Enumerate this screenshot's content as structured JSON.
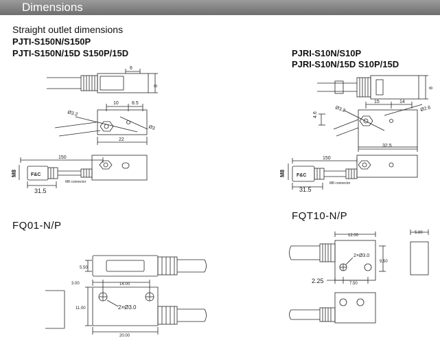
{
  "header": {
    "title": "Dimensions"
  },
  "left_top": {
    "heading": "Straight outlet dimensions",
    "model_line1": "PJTI-S150N/S150P",
    "model_line2": "PJTI-S150N/15D S150P/15D",
    "dims": {
      "d6": "6",
      "d8": "8",
      "d10": "10",
      "d85": "8.5",
      "dia32": "Ø3.2",
      "dia3": "Ø3",
      "d22": "22",
      "d150": "150",
      "m8": "M8",
      "brand": "F&C",
      "connector": "M8 connector",
      "d315": "31.5"
    }
  },
  "right_top": {
    "model_line1": "PJRI-S10N/S10P",
    "model_line2": "PJRI-S10N/15D S10P/15D",
    "dims": {
      "d8": "8",
      "d46": "4.6",
      "d15": "15",
      "d14": "14",
      "dia32": "Ø3.2",
      "dia26": "Ø2.6",
      "d325": "32.5",
      "d150": "150",
      "m8": "M8",
      "brand": "F&C",
      "connector": "M8 connector",
      "d315": "31.5"
    }
  },
  "left_bottom": {
    "title": "FQ01-N/P",
    "dims": {
      "d550": "5.50",
      "d300": "3.00",
      "d1400": "14.00",
      "holes": "2×Ø3.0",
      "d1100": "11.00",
      "d2000": "20.00"
    }
  },
  "right_bottom": {
    "title": "FQT10-N/P",
    "dims": {
      "d1200": "12.00",
      "d580": "5.80",
      "holes": "2×Ø3.0",
      "d950": "9.50",
      "d225": "2.25",
      "d750": "7.50"
    }
  }
}
